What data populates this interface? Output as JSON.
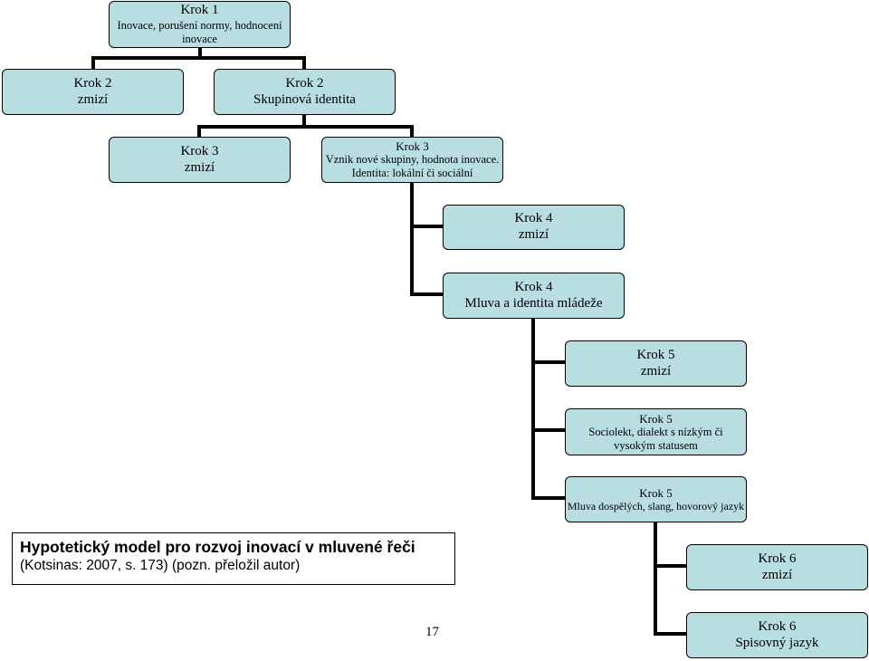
{
  "diagram": {
    "nodes": [
      {
        "id": "k1",
        "title": "Krok 1",
        "text": "Inovace, porušení normy, hodnocení inovace"
      },
      {
        "id": "k2a",
        "title": "Krok 2",
        "text": "zmizí"
      },
      {
        "id": "k2b",
        "title": "Krok 2",
        "text": "Skupinová identita"
      },
      {
        "id": "k3a",
        "title": "Krok 3",
        "text": "zmizí"
      },
      {
        "id": "k3b",
        "title": "Krok 3",
        "text": "Vznik nové skupiny, hodnota inovace.",
        "text2": "Identita: lokální či sociální"
      },
      {
        "id": "k4a",
        "title": "Krok 4",
        "text": "zmizí"
      },
      {
        "id": "k4b",
        "title": "Krok 4",
        "text": "Mluva a identita mládeže"
      },
      {
        "id": "k5a",
        "title": "Krok 5",
        "text": "zmizí"
      },
      {
        "id": "k5b",
        "title": "Krok 5",
        "text": "Sociolekt, dialekt s nízkým či vysokým statusem"
      },
      {
        "id": "k5c",
        "title": "Krok 5",
        "text": "Mluva dospělých, slang, hovorový jazyk"
      },
      {
        "id": "k6a",
        "title": "Krok 6",
        "text": "zmizí"
      },
      {
        "id": "k6b",
        "title": "Krok 6",
        "text": "Spisovný jazyk"
      }
    ]
  },
  "caption": {
    "title": "Hypotetický model pro rozvoj inovací v mluvené řeči",
    "source": "(Kotsinas: 2007, s. 173) (pozn. přeložil autor)"
  },
  "page_number": "17",
  "colors": {
    "box_fill": "#b9dee2",
    "border": "#000000"
  }
}
